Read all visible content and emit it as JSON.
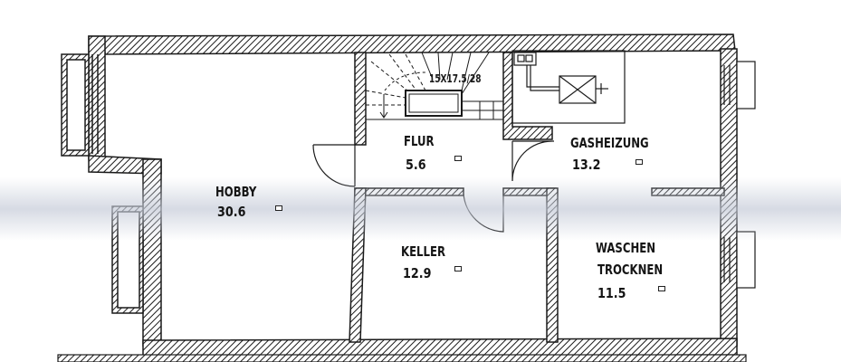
{
  "floor_plan": {
    "rooms": [
      {
        "id": "hobby",
        "name": "HOBBY",
        "area": "30.6"
      },
      {
        "id": "flur",
        "name": "FLUR",
        "area": "5.6"
      },
      {
        "id": "gasheizung",
        "name": "GASHEIZUNG",
        "area": "13.2"
      },
      {
        "id": "keller",
        "name": "KELLER",
        "area": "12.9"
      },
      {
        "id": "waschen",
        "name": "WASCHEN",
        "name2": "TROCKNEN",
        "area": "11.5"
      }
    ],
    "stair": {
      "label": "15X17.5/28"
    },
    "colors": {
      "wall": "#1a1a1a",
      "paper": "#ffffff",
      "fold_shadow": "#c5cbd8"
    }
  }
}
